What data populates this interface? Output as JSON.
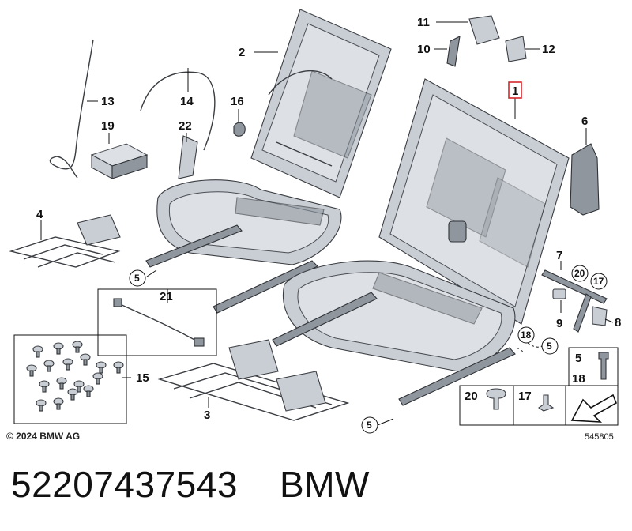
{
  "diagram": {
    "callouts": {
      "c1": "1",
      "c2": "2",
      "c3": "3",
      "c4": "4",
      "c5a": "5",
      "c5b": "5",
      "c5c": "5",
      "c6": "6",
      "c7": "7",
      "c8": "8",
      "c9": "9",
      "c10": "10",
      "c11": "11",
      "c12": "12",
      "c13": "13",
      "c14": "14",
      "c15": "15",
      "c16": "16",
      "c17": "17",
      "c18": "18",
      "c19": "19",
      "c20": "20",
      "c21": "21",
      "c22": "22"
    },
    "legend": {
      "cell_5": "5",
      "cell_18": "18",
      "cell_20": "20",
      "cell_17": "17"
    },
    "copyright": "© 2024 BMW AG",
    "image_code": "545805"
  },
  "caption": {
    "part_number": "52207437543",
    "brand": "BMW"
  },
  "colors": {
    "highlight": "#d9262c",
    "metal": "#c9ced4",
    "outline": "#3a3d42"
  }
}
